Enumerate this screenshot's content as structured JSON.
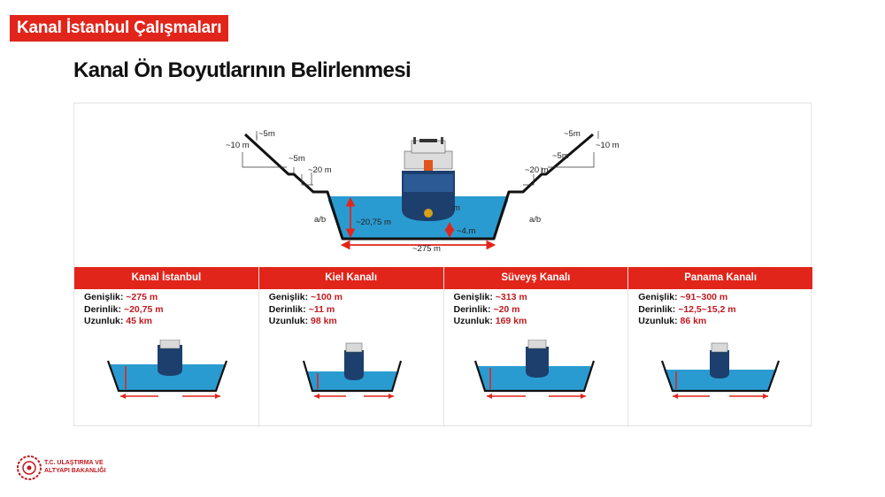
{
  "header": {
    "tag": "Kanal İstanbul Çalışmaları",
    "title": "Kanal  Ön Boyutlarının Belirlenmesi"
  },
  "cross_section": {
    "labels": {
      "left_top_5": "~5m",
      "left_10": "~10 m",
      "left_mid_5": "~5m",
      "left_20": "~20 m",
      "left_ab": "a/b",
      "right_top_5": "~5m",
      "right_10": "~10 m",
      "right_mid_5": "~5m",
      "right_20": "~20 m",
      "right_ab": "a/b",
      "depth": "~20,75 m",
      "draft_m": "m",
      "clearance": "~4.m",
      "width": "~275 m"
    }
  },
  "canals": [
    {
      "name": "Kanal İstanbul",
      "width_label": "Genişlik:",
      "width": "~275 m",
      "depth_label": "Derinlik:",
      "depth": "~20,75 m",
      "length_label": "Uzunluk:",
      "length": "45 km"
    },
    {
      "name": "Kiel Kanalı",
      "width_label": "Genişlik:",
      "width": "~100 m",
      "depth_label": "Derinlik:",
      "depth": "~11 m",
      "length_label": "Uzunluk:",
      "length": "98 km"
    },
    {
      "name": "Süveyş Kanalı",
      "width_label": "Genişlik:",
      "width": "~313 m",
      "depth_label": "Derinlik:",
      "depth": "~20 m",
      "length_label": "Uzunluk:",
      "length": "169 km"
    },
    {
      "name": "Panama Kanalı",
      "width_label": "Genişlik:",
      "width": "~91~300 m",
      "depth_label": "Derinlik:",
      "depth": "~12,5~15,2 m",
      "length_label": "Uzunluk:",
      "length": "86 km"
    }
  ],
  "footer": {
    "line1": "T.C. ULAŞTIRMA VE",
    "line2": "ALTYAPI BAKANLIĞI"
  },
  "colors": {
    "accent": "#e1251b",
    "water": "#1f8fc0",
    "hull": "#1d3f6e"
  }
}
